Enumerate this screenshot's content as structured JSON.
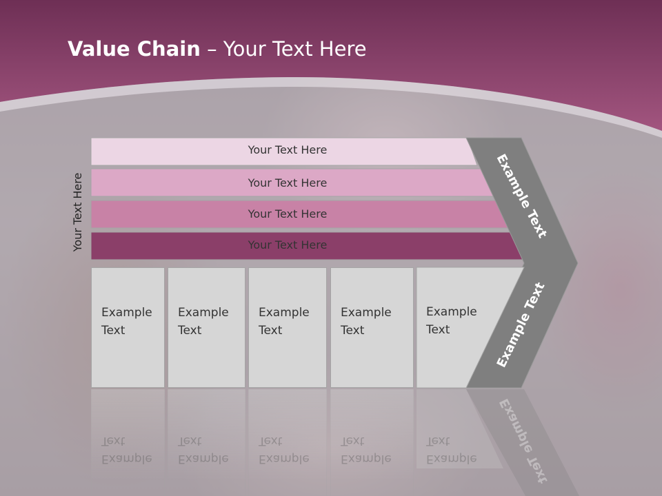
{
  "slide": {
    "title_bold": "Value Chain",
    "title_rest": " – Your Text Here",
    "side_label": "Your Text Here"
  },
  "bars": [
    {
      "label": "Your Text Here",
      "color": "#ecd6e4"
    },
    {
      "label": "Your Text Here",
      "color": "#dca8c6"
    },
    {
      "label": "Your Text Here",
      "color": "#c882a6"
    },
    {
      "label": "Your Text Here",
      "color": "#8b3f69"
    }
  ],
  "boxes": [
    {
      "line1": "Example",
      "line2": "Text"
    },
    {
      "line1": "Example",
      "line2": "Text"
    },
    {
      "line1": "Example",
      "line2": "Text"
    },
    {
      "line1": "Example",
      "line2": "Text"
    },
    {
      "line1": "Example",
      "line2": "Text"
    }
  ],
  "chevron": {
    "upper_label": "Example Text",
    "lower_label": "Example Text",
    "color": "#7f7f7f"
  },
  "colors": {
    "header_top": "#6e2f55",
    "header_bottom": "#a2557f"
  }
}
